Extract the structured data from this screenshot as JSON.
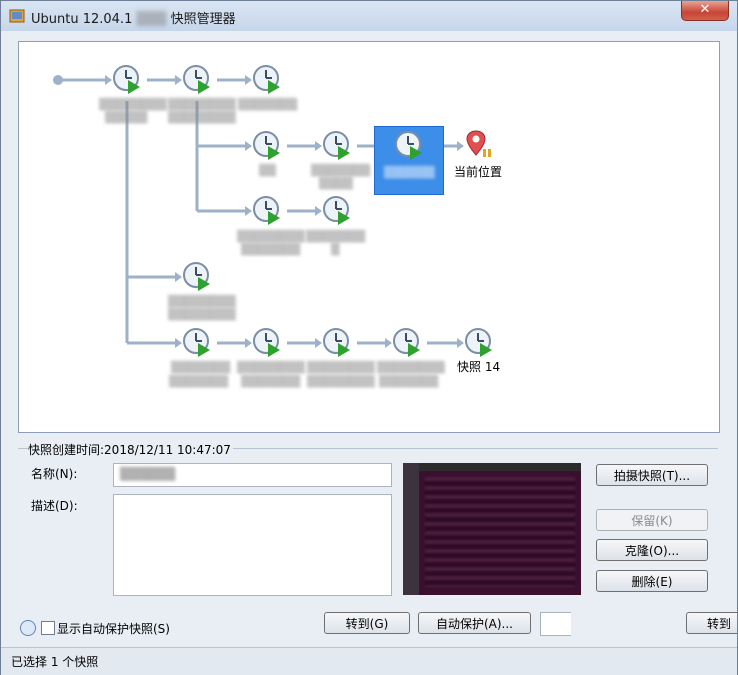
{
  "window": {
    "title_prefix": "Ubuntu 12.04.1",
    "title_suffix": "快照管理器",
    "close_label": "✕"
  },
  "tree": {
    "current_location_label": "当前位置",
    "last_snapshot_label": "快照 14"
  },
  "details": {
    "created_label": "快照创建时间:",
    "created_value": "2018/12/11 10:47:07",
    "name_label": "名称(N):",
    "desc_label": "描述(D):",
    "name_value": "",
    "desc_value": ""
  },
  "actions": {
    "take_snapshot": "拍摄快照(T)...",
    "keep": "保留(K)",
    "clone": "克隆(O)...",
    "delete": "删除(E)"
  },
  "bottom": {
    "show_auto_protect": "显示自动保护快照(S)",
    "goto": "转到(G)",
    "auto_protect": "自动保护(A)...",
    "goto_partial": "转到"
  },
  "status": {
    "text": "已选择 1 个快照"
  },
  "colors": {
    "selection": "#3d8ee8",
    "connector": "#9db1ca",
    "clock_play": "#2fa12f"
  }
}
